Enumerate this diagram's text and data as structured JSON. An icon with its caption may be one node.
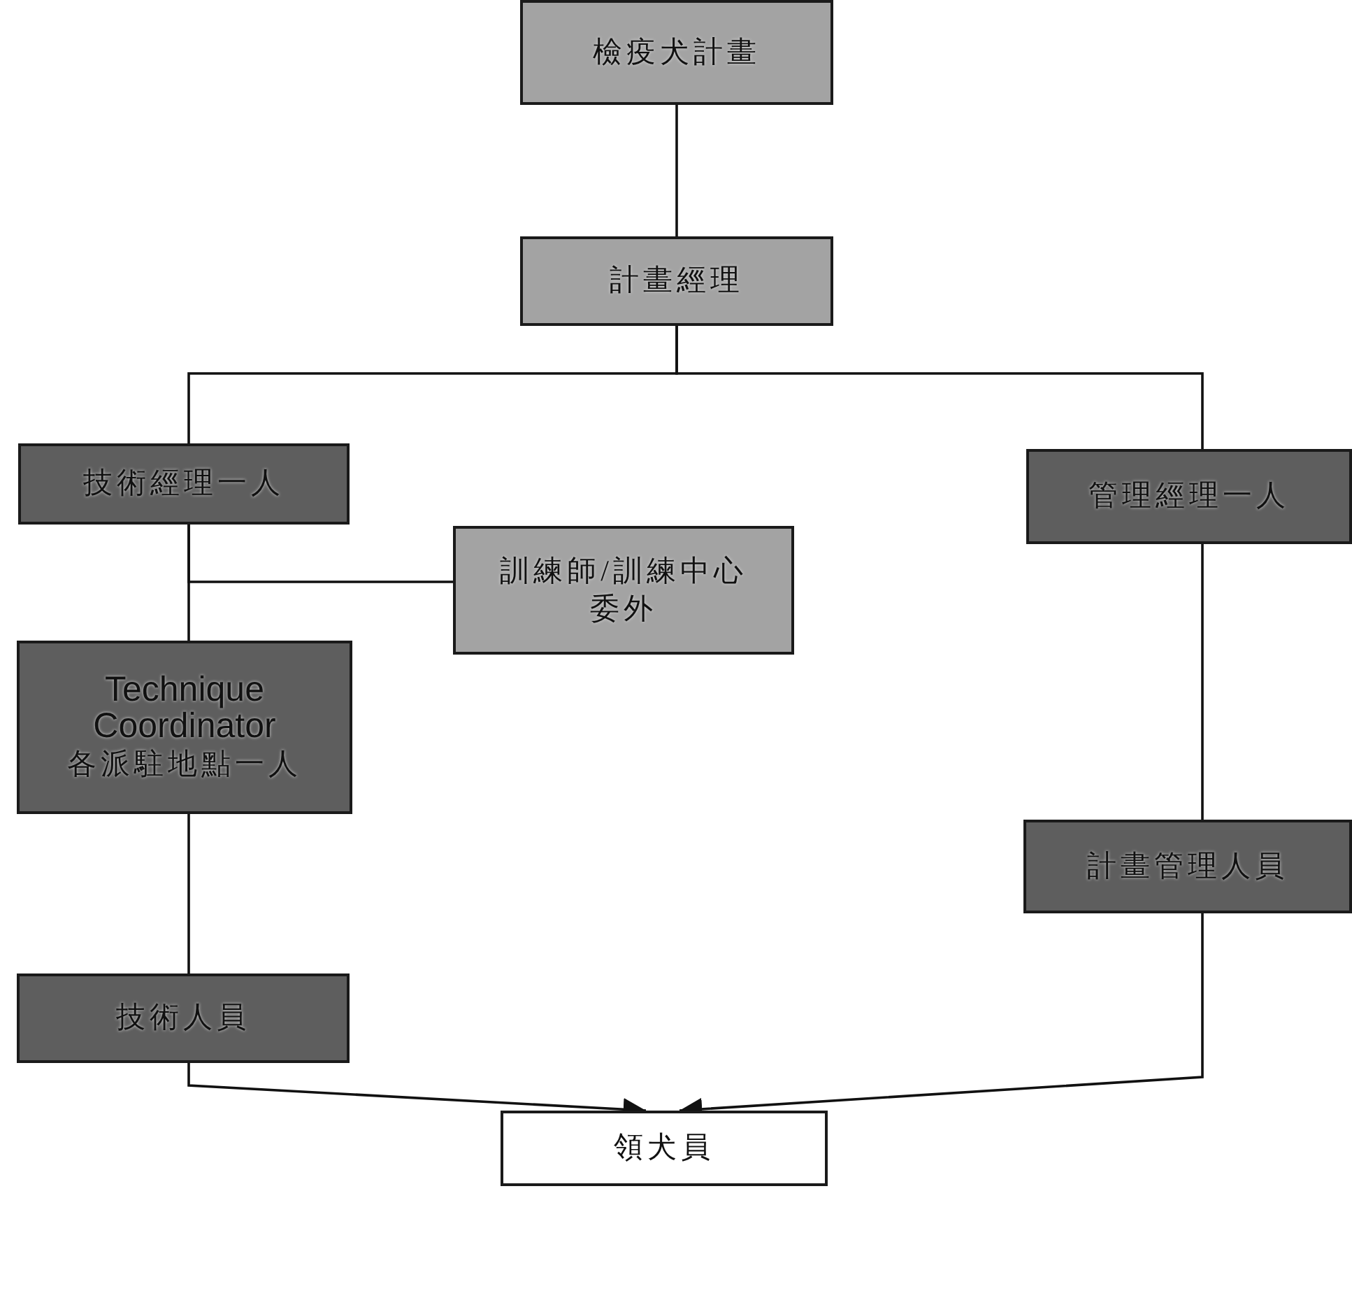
{
  "diagram": {
    "nodes": [
      {
        "text": [
          "檢疫犬計畫"
        ]
      },
      {
        "text": [
          "計畫經理"
        ]
      },
      {
        "text": [
          "技術經理一人"
        ]
      },
      {
        "text": [
          "管理經理一人"
        ]
      },
      {
        "text": [
          "訓練師/訓練中心委外"
        ]
      },
      {
        "text": [
          "Technique Coordinator",
          "各派駐地點一人"
        ]
      },
      {
        "text": [
          "計畫管理人員"
        ]
      },
      {
        "text": [
          "技術人員"
        ]
      },
      {
        "text": [
          "領犬員"
        ]
      }
    ],
    "edges": [
      {
        "from": 0,
        "to": 1,
        "arrow": "none"
      },
      {
        "from": 1,
        "to": 2,
        "arrow": "none"
      },
      {
        "from": 1,
        "to": 3,
        "arrow": "none"
      },
      {
        "from": 2,
        "to": 4,
        "arrow": "none"
      },
      {
        "from": 2,
        "to": 5,
        "arrow": "none"
      },
      {
        "from": 5,
        "to": 7,
        "arrow": "none"
      },
      {
        "from": 3,
        "to": 6,
        "arrow": "none"
      },
      {
        "from": 7,
        "to": 8,
        "arrow": "to"
      },
      {
        "from": 6,
        "to": 8,
        "arrow": "to"
      }
    ]
  }
}
